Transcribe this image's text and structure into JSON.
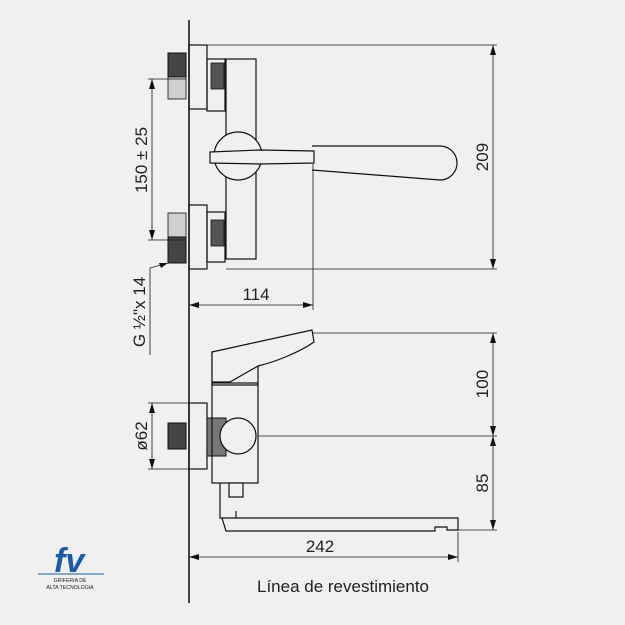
{
  "dimensions": {
    "spacing": "150 ± 25",
    "height_top": "209",
    "reach_lever": "114",
    "thread": "G ½\"x 14",
    "height_lever": "100",
    "diameter": "ø62",
    "height_spout": "85",
    "reach_spout": "242"
  },
  "caption": "Línea de revestimiento",
  "logo": {
    "mark": "fv",
    "line1": "GRIFERIA DE",
    "line2": "ALTA TECNOLOGIA",
    "color": "#1b5aa6"
  }
}
